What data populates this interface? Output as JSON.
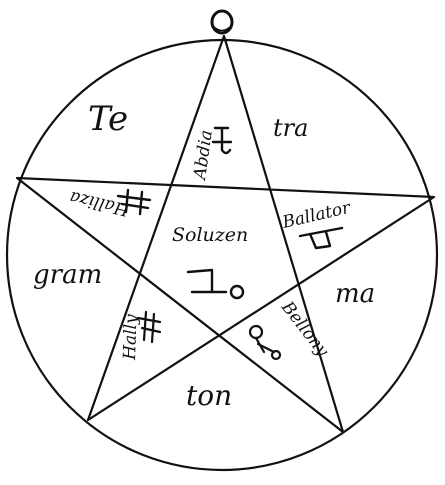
{
  "seal": {
    "outer_words": {
      "te": "Te",
      "tra": "tra",
      "gram": "gram",
      "ma": "ma",
      "ton": "ton"
    },
    "inner_words": {
      "abdia": "Abdia",
      "ballator": "Ballator",
      "bellony": "Bellony",
      "halliza": "Halliza",
      "hally": "Hally",
      "soluzen": "Soluzen"
    },
    "ink_color": "#111111",
    "background_color": "#ffffff"
  }
}
